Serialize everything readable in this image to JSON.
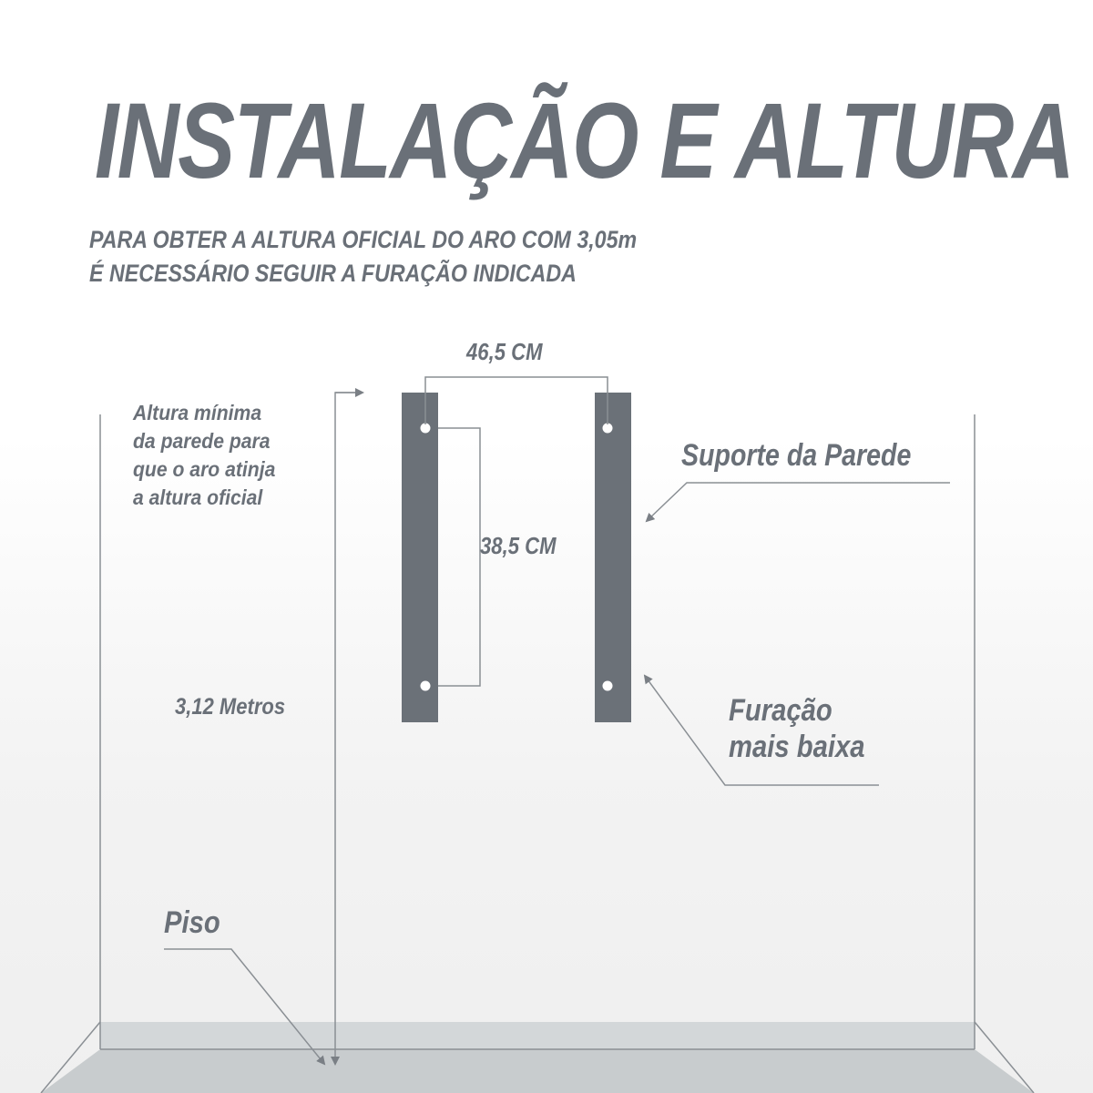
{
  "title": "INSTALAÇÃO E ALTURA",
  "subtitle": {
    "line1": "PARA OBTER A ALTURA OFICIAL DO ARO COM 3,05m",
    "line2": "É NECESSÁRIO SEGUIR A FURAÇÃO INDICADA"
  },
  "dimensions": {
    "width_between_brackets": "46,5 CM",
    "hole_spacing": "38,5 CM",
    "wall_height": "3,12 Metros"
  },
  "note_lines": [
    "Altura mínima",
    "da parede para",
    "que o aro atinja",
    "a altura oficial"
  ],
  "callouts": {
    "wall_bracket": "Suporte da Parede",
    "lowest_hole_line1": "Furação",
    "lowest_hole_line2": "mais baixa",
    "floor": "Piso"
  },
  "colors": {
    "text": "#6a7078",
    "bracket": "#6b7178",
    "line": "#8a8f94",
    "floor": "#cdd1d3"
  }
}
